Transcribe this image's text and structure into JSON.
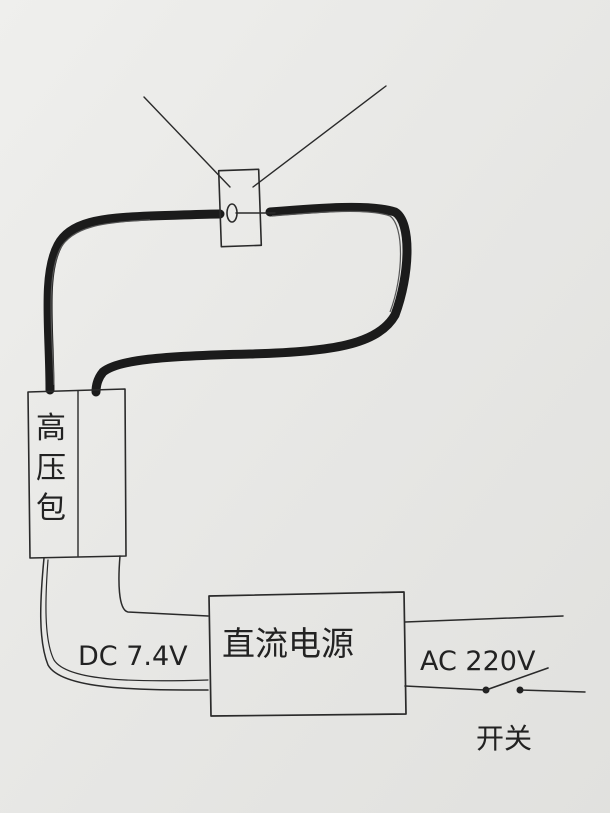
{
  "labels": {
    "hv_pack": [
      "高",
      "压",
      "包"
    ],
    "dc_supply": "直流电源",
    "dc_voltage": "DC 7.4V",
    "ac_voltage": "AC 220V",
    "switch": "开关"
  },
  "colors": {
    "paper": "#e9e9e7",
    "ink": "#2a2a2a",
    "cable": "#1b1b1b"
  }
}
